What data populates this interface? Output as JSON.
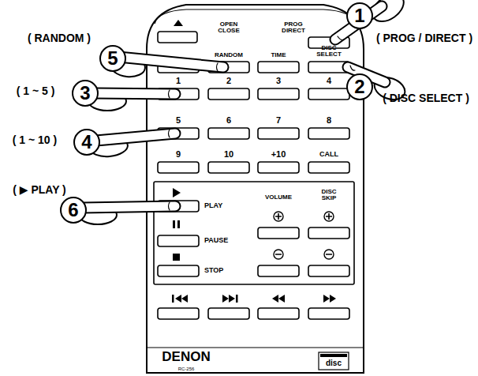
{
  "diagram": {
    "nodes": [
      {
        "text": [
          "1"
        ]
      },
      {
        "text": [
          "5"
        ]
      },
      {
        "text": [
          "2"
        ]
      },
      {
        "text": [
          "3"
        ]
      },
      {
        "text": [
          "4"
        ]
      },
      {
        "text": [
          "6"
        ]
      }
    ],
    "labels": [
      "( PROG / DIRECT )",
      "( RANDOM )",
      "( DISC SELECT )",
      "( 1 ~ 5 )",
      "( 1 ~ 10 )",
      "( ▶ PLAY )",
      "OPEN CLOSE",
      "PROG DIRECT",
      "RANDOM",
      "TIME",
      "DISC SELECT",
      "1",
      "2",
      "3",
      "4",
      "5",
      "6",
      "7",
      "8",
      "9",
      "10",
      "+10",
      "CALL",
      "PLAY",
      "PAUSE",
      "STOP",
      "VOLUME",
      "DISC SKIP",
      "DENON",
      "RC-256",
      "disc"
    ]
  }
}
